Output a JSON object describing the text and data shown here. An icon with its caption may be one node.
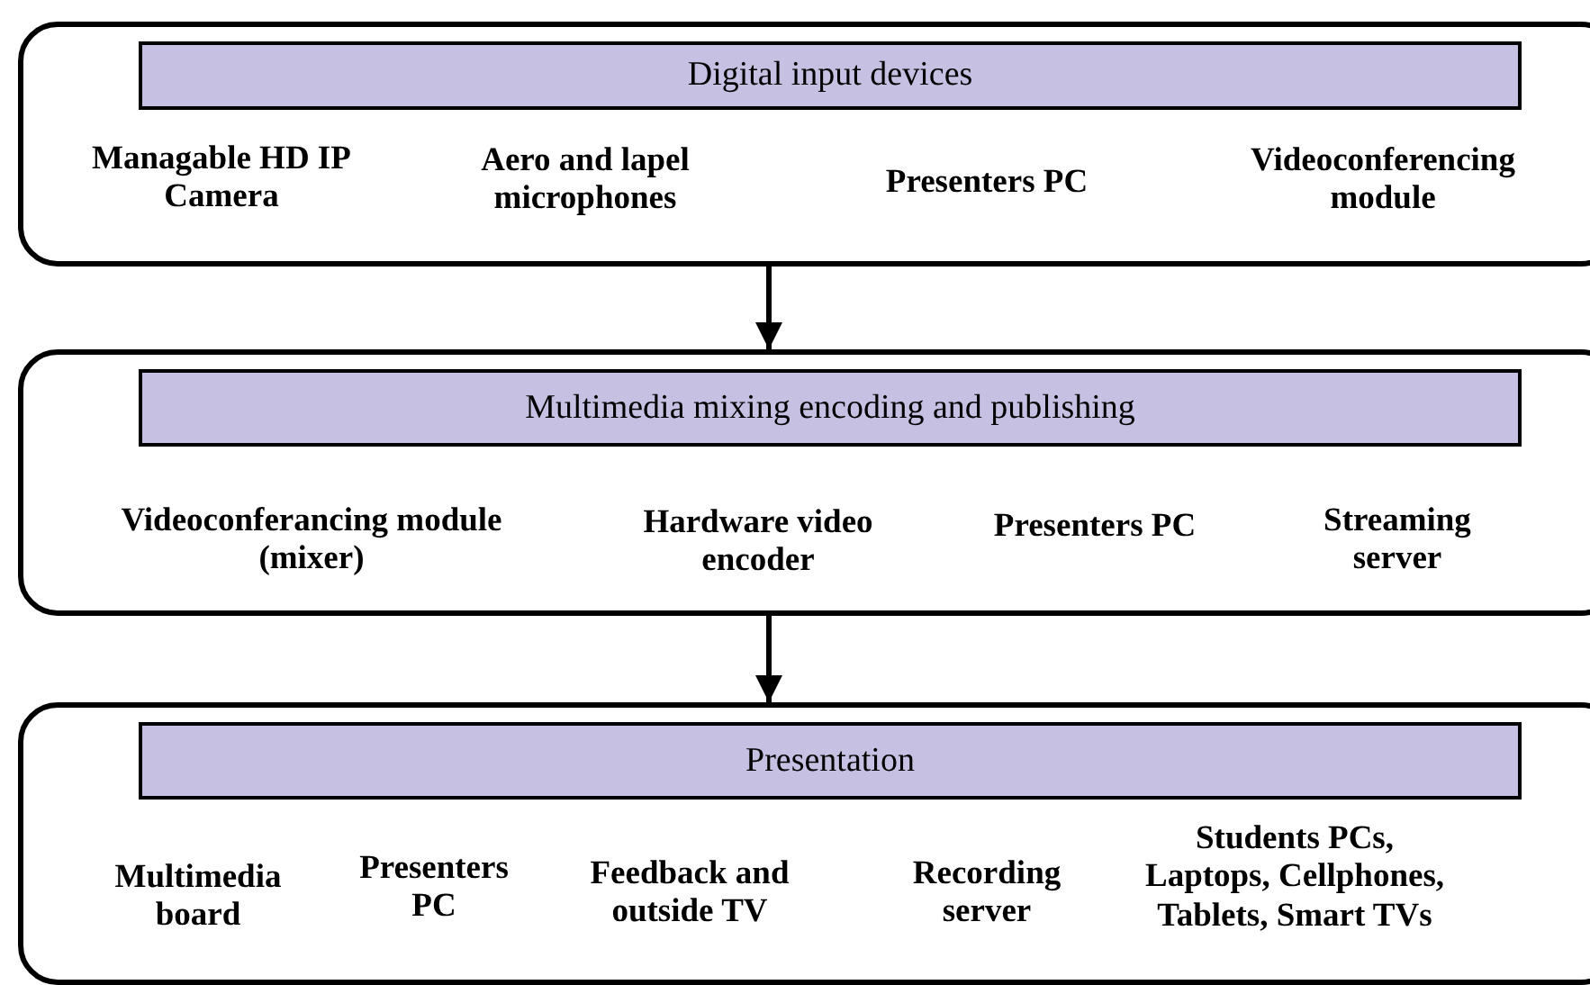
{
  "diagram": {
    "nodes": [
      {
        "text": [
          "Managable HD IP Camera",
          "Aero and lapel microphones",
          "Presenters PC",
          "Videoconferencing module"
        ]
      },
      {
        "text": [
          "Digital input devices"
        ],
        "in": 0
      },
      {
        "text": [
          "Videoconferancing module (mixer)",
          "Hardware video encoder",
          "Presenters PC",
          "Streaming server"
        ]
      },
      {
        "text": [
          "Multimedia mixing encoding and publishing"
        ],
        "in": 2
      },
      {
        "text": [
          "Multimedia board",
          "Presenters PC",
          "Feedback and outside TV",
          "Recording server",
          "Students PCs, Laptops, Cellphones, Tablets, Smart TVs"
        ]
      },
      {
        "text": [
          "Presentation"
        ],
        "in": 4
      }
    ],
    "edges": [
      {
        "from": 0,
        "to": 2,
        "arrow": "to"
      },
      {
        "from": 2,
        "to": 4,
        "arrow": "to"
      }
    ]
  }
}
